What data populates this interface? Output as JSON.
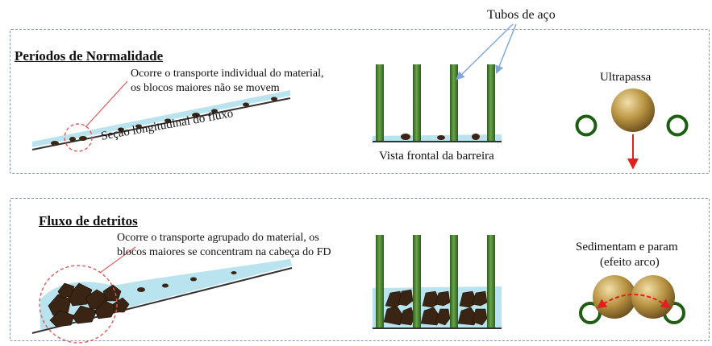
{
  "labels": {
    "steel_tubes": "Tubos de aço",
    "normal_title": "Períodos de Normalidade",
    "normal_note_1": "Ocorre o transporte individual do material,",
    "normal_note_2": "os blocos maiores não se movem",
    "longitudinal_section": "Seção longitudinal do fluxo",
    "front_view": "Vista frontal da barreira",
    "passes": "Ultrapassa",
    "debris_title": "Fluxo de detritos",
    "debris_note_1": "Ocorre o transporte agrupado do material, os",
    "debris_note_2": "blocos maiores se concentram na cabeça do FD",
    "settle_1": "Sedimentam e param",
    "settle_2": "(efeito arco)"
  },
  "colors": {
    "panel_border": "#8a93a8",
    "water": "#b9e3ef",
    "rock": "#3a2414",
    "pipe_green": "#3f7d2a",
    "boulder_gold": "#b08a3a",
    "arrow_red": "#e02020",
    "leader_blue": "#7fa8e0"
  }
}
